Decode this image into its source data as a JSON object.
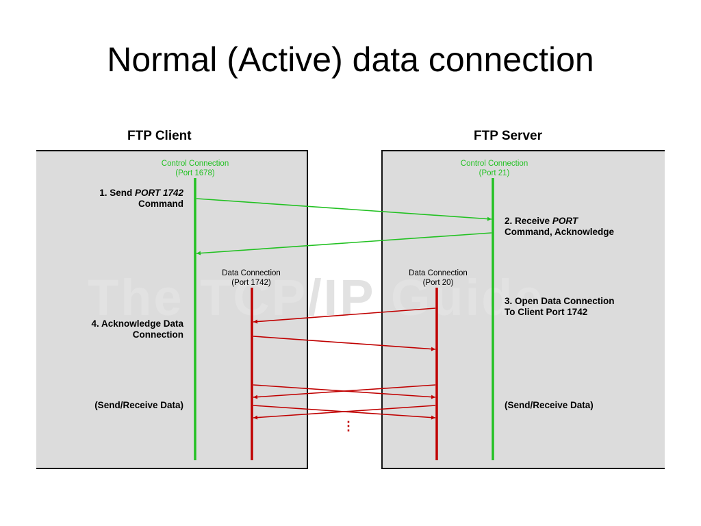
{
  "title": "Normal (Active) data connection",
  "client": {
    "title": "FTP Client",
    "control_connection": [
      "Control Connection",
      "(Port 1678)"
    ],
    "data_connection": [
      "Data Connection",
      "(Port 1742)"
    ],
    "step1_pre": "1. Send ",
    "step1_em": "PORT 1742",
    "step1_line2": "Command",
    "step4_line1": "4. Acknowledge Data",
    "step4_line2": "Connection",
    "send_receive": "(Send/Receive Data)"
  },
  "server": {
    "title": "FTP Server",
    "control_connection": [
      "Control Connection",
      "(Port 21)"
    ],
    "data_connection": [
      "Data Connection",
      "(Port 20)"
    ],
    "step2_pre": "2. Receive ",
    "step2_em": "PORT",
    "step2_line2": "Command, Acknowledge",
    "step3_line1": "3. Open Data Connection",
    "step3_line2": "To Client Port 1742",
    "send_receive": "(Send/Receive Data)"
  },
  "watermark": "The TCP/IP Guide",
  "ellipsis": "⋮",
  "colors": {
    "control": "#22c122",
    "data": "#c00000",
    "panel": "#dcdcdc"
  }
}
